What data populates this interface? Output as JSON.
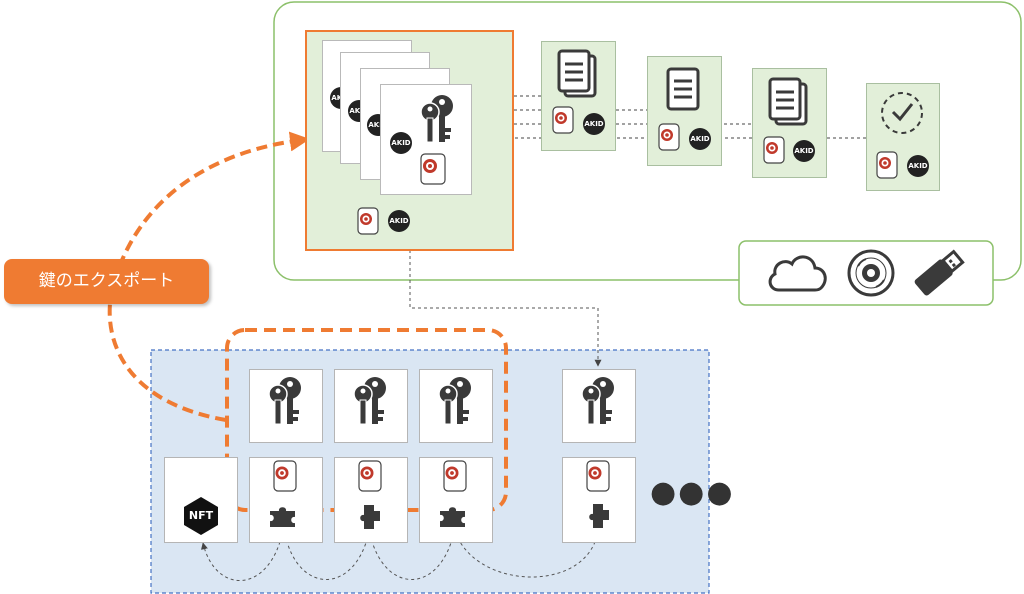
{
  "export_label": "鍵のエクスポート",
  "badge_text": "AKID",
  "nft_text": "NFT",
  "more_indicator": "●●●",
  "storage_icons": [
    "cloud-icon",
    "disc-icon",
    "usb-drive-icon"
  ],
  "colors": {
    "export_orange": "#ef7b32",
    "green_panel_border": "#8cc06a",
    "green_card_fill": "#e2efd9",
    "blue_panel_fill": "#dae6f3",
    "blue_panel_border": "#4472c4",
    "seal_red": "#c0392b"
  }
}
